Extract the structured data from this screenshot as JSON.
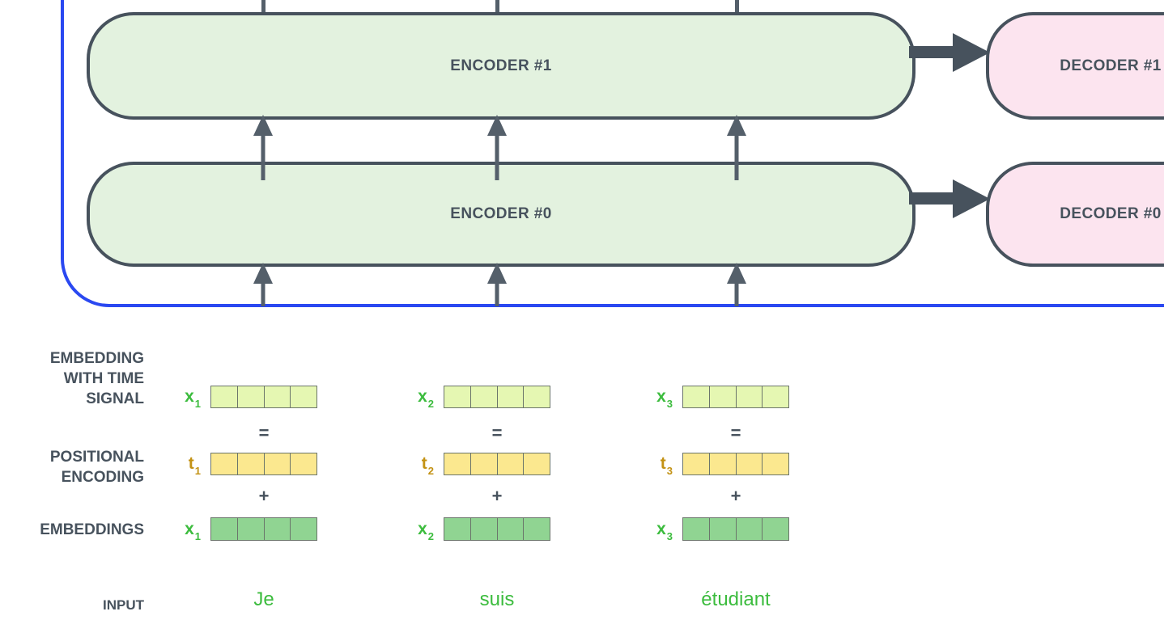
{
  "diagram": {
    "encoders": [
      {
        "label": "ENCODER #1"
      },
      {
        "label": "ENCODER #0"
      }
    ],
    "decoders": [
      {
        "label": "DECODER #1"
      },
      {
        "label": "DECODER #0"
      }
    ]
  },
  "row_labels": {
    "embedding_time": [
      "EMBEDDING",
      "WITH TIME",
      "SIGNAL"
    ],
    "positional": [
      "POSITIONAL",
      "ENCODING"
    ],
    "embeddings": "EMBEDDINGS",
    "input": "INPUT"
  },
  "operators": {
    "equals": "=",
    "plus": "+"
  },
  "columns": [
    {
      "x_label": "x",
      "t_label": "t",
      "sub": "1",
      "word": "Je"
    },
    {
      "x_label": "x",
      "t_label": "t",
      "sub": "2",
      "word": "suis"
    },
    {
      "x_label": "x",
      "t_label": "t",
      "sub": "3",
      "word": "étudiant"
    }
  ],
  "colors": {
    "outline_blue": "#2a48f1",
    "stroke_dark": "#47525d",
    "encoder_fill": "#e3f2df",
    "decoder_fill": "#fce4ef",
    "time_signal_cell": "#e5f7b2",
    "positional_cell": "#fbe88f",
    "embedding_cell": "#90d492",
    "cell_border": "#6b756b",
    "green_text": "#3cbc3e",
    "gold_text": "#c39214"
  }
}
